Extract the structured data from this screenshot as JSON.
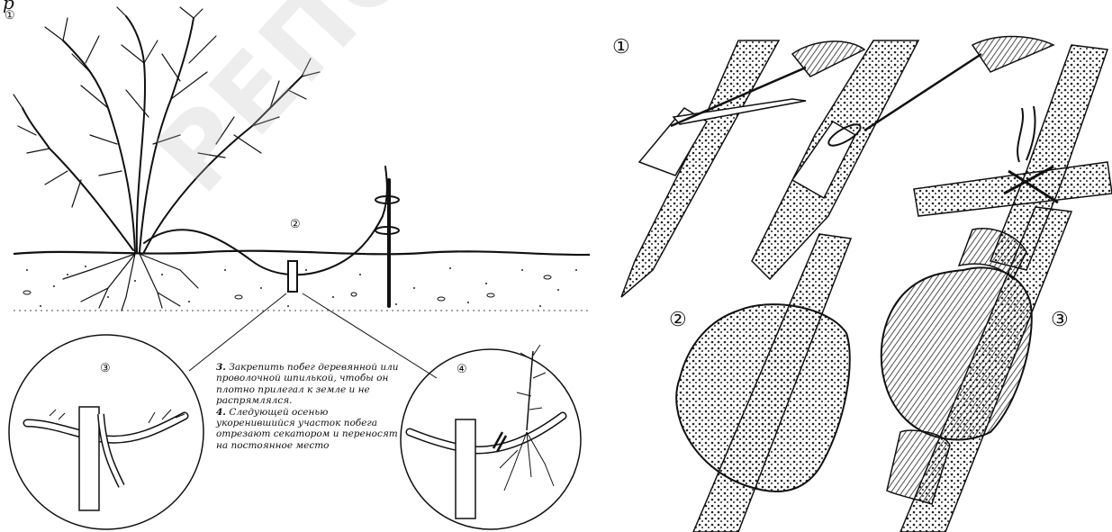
{
  "left_figure": {
    "heading_fragment": "р",
    "corner_marker": "①",
    "marker_2": "②",
    "marker_3": "③",
    "marker_4": "④",
    "caption_step3_num": "3.",
    "caption_step3_text": "Закрепить побег деревянной или проволочной шпилькой, чтобы он плотно прилегал к земле и не распрямлялся.",
    "caption_step4_num": "4.",
    "caption_step4_text": "Следующей осенью укоренившийся участок побега отрезают секатором и переносят на постоянное место"
  },
  "right_figure": {
    "marker_1": "①",
    "marker_2": "②",
    "marker_3": "③"
  },
  "watermark": "РЕПОЗИТО"
}
